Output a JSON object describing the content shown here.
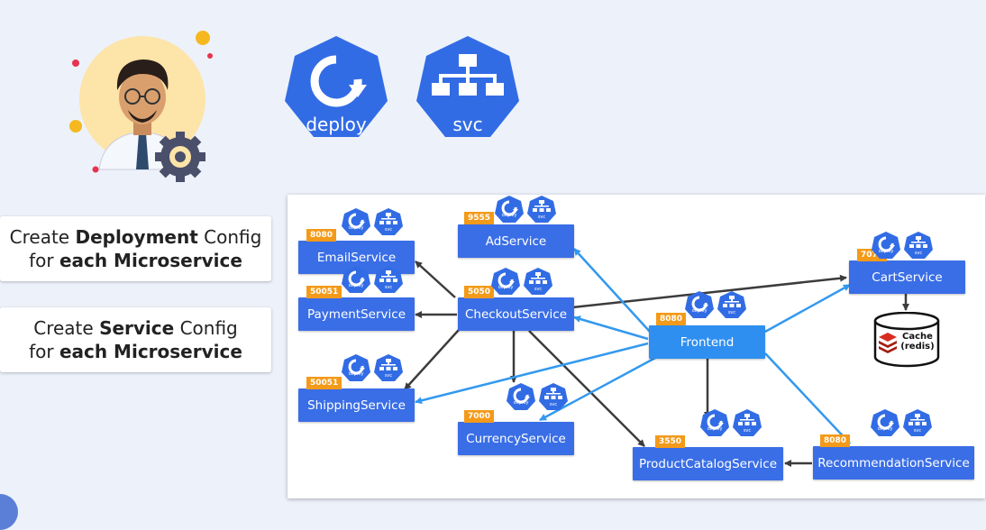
{
  "icons": {
    "deploy_label": "deploy",
    "svc_label": "svc",
    "mini_deploy": "deploy",
    "mini_svc": "svc"
  },
  "callouts": [
    {
      "pre": "Create ",
      "bold": "Deployment",
      "post": " Config",
      "line2_pre": "for ",
      "line2_bold": "each Microservice"
    },
    {
      "pre": "Create ",
      "bold": "Service",
      "post": " Config",
      "line2_pre": "for ",
      "line2_bold": "each Microservice"
    }
  ],
  "services": {
    "email": {
      "name": "EmailService",
      "port": "8080"
    },
    "payment": {
      "name": "PaymentService",
      "port": "50051"
    },
    "shipping": {
      "name": "ShippingService",
      "port": "50051"
    },
    "ad": {
      "name": "AdService",
      "port": "9555"
    },
    "checkout": {
      "name": "CheckoutService",
      "port": "5050"
    },
    "currency": {
      "name": "CurrencyService",
      "port": "7000"
    },
    "frontend": {
      "name": "Frontend",
      "port": "8080"
    },
    "productcatalog": {
      "name": "ProductCatalogService",
      "port": "3550"
    },
    "cart": {
      "name": "CartService",
      "port": "7070"
    },
    "recommendation": {
      "name": "RecommendationService",
      "port": "8080"
    }
  },
  "cache": {
    "line1": "Cache",
    "line2": "(redis)"
  },
  "colors": {
    "service": "#3a6ee6",
    "frontend": "#2f8ff0",
    "port": "#f39a1a",
    "arrow_dark": "#3c3c3c",
    "arrow_blue": "#3399ee",
    "k8s": "#326ce5"
  }
}
